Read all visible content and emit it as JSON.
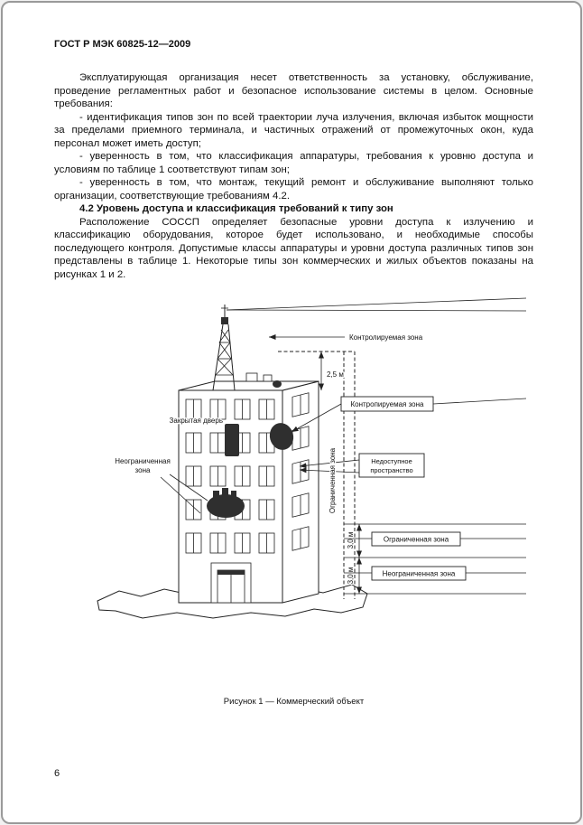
{
  "page": {
    "header": "ГОСТ Р МЭК 60825-12—2009",
    "number": "6"
  },
  "content": {
    "paragraphs": [
      "Эксплуатирующая организация несет ответственность за установку, обслуживание, проведение регламентных работ и безопасное использование системы в целом. Основные требования:",
      "- идентификация типов зон по всей траектории луча излучения, включая избыток мощности за пределами приемного терминала, и частичных отражений от промежуточных окон, куда персонал может иметь доступ;",
      "- уверенность в том, что классификация аппаратуры, требования к уровню доступа и условиям по таблице 1 соответствуют типам зон;",
      "- уверенность в том, что монтаж, текущий ремонт и обслуживание выполняют только организации, соответствующие требованиям 4.2."
    ],
    "heading": "4.2 Уровень доступа и классификация требований к типу зон",
    "closing": "Расположение СОССП определяет безопасные уровни доступа к излучению и классификацию оборудования, которое будет использовано, и необходимые способы последующего контроля. Допустимые классы аппаратуры и уровни доступа различных типов зон представлены в таблице 1. Некоторые типы зон коммерческих и жилых объектов показаны на рисунках 1 и 2."
  },
  "figure": {
    "caption": "Рисунок 1 — Коммерческий объект",
    "labels": {
      "controlled_zone_top": "Контролируемая зона",
      "controlled_zone_box": "Контропируемая зона",
      "dim_2_5": "2,5 м",
      "closed_door": "Закрытая дверь",
      "unrestricted_left_1": "Неограниченная",
      "unrestricted_left_2": "зона",
      "inaccessible_1": "Недоступное",
      "inaccessible_2": "пространство",
      "restricted_vertical": "Ограниченная зона",
      "dim_3_0_a": "3,0 м",
      "dim_3_0_b": "3,0 м",
      "restricted_box": "Ограниченная зона",
      "unrestricted_box": "Неограниченная зона"
    }
  }
}
